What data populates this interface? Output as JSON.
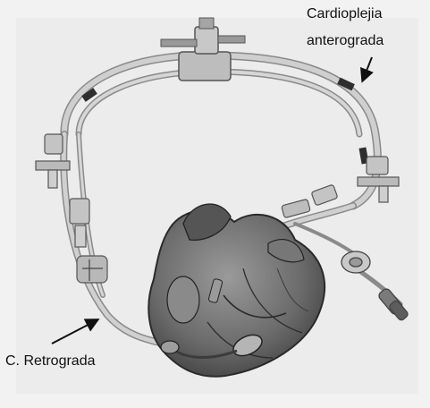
{
  "labels": {
    "antegrade_line1": "Cardioplejia",
    "antegrade_line2": "anterograda",
    "retrograde": "C. Retrograda"
  },
  "colors": {
    "background": "#f2f2f2",
    "heart_fill": "#6f6f6f",
    "heart_dark": "#3a3a3a",
    "tubing": "#c9c9c9",
    "tubing_outline": "#8a8a8a",
    "label_text": "#111111"
  }
}
